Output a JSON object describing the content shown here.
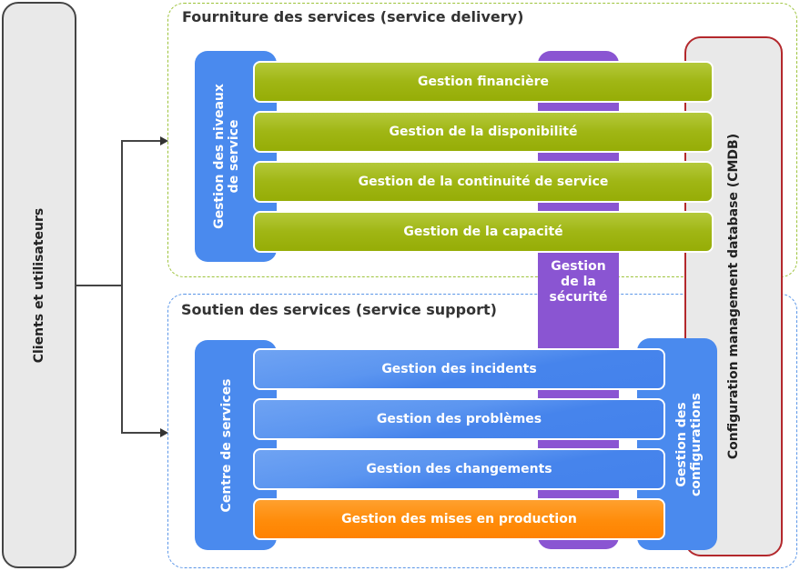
{
  "clients": {
    "label": "Clients et utilisateurs"
  },
  "delivery": {
    "title": "Fourniture des services (service delivery)",
    "side_label": "Gestion des niveaux de service",
    "side_label_line1": "Gestion des niveaux",
    "side_label_line2": "de service",
    "processes": [
      {
        "label": "Gestion financière"
      },
      {
        "label": "Gestion de la disponibilité"
      },
      {
        "label": "Gestion de la continuité de service"
      },
      {
        "label": "Gestion de la capacité"
      }
    ]
  },
  "security": {
    "line1": "Gestion",
    "line2": "de la",
    "line3": "sécurité"
  },
  "support": {
    "title": "Soutien des services (service support)",
    "side_label": "Centre de services",
    "config_line1": "Gestion des",
    "config_line2": "configurations",
    "processes": [
      {
        "label": "Gestion des incidents"
      },
      {
        "label": "Gestion des problèmes"
      },
      {
        "label": "Gestion des changements"
      },
      {
        "label": "Gestion des mises en production"
      }
    ]
  },
  "cmdb": {
    "label": "Configuration management database (CMDB)"
  },
  "colors": {
    "delivery": "#9dc33b",
    "support": "#5b96e8",
    "security": "#8a55d2",
    "cmdb_border": "#b3282c",
    "release": "#ff8c0a"
  }
}
